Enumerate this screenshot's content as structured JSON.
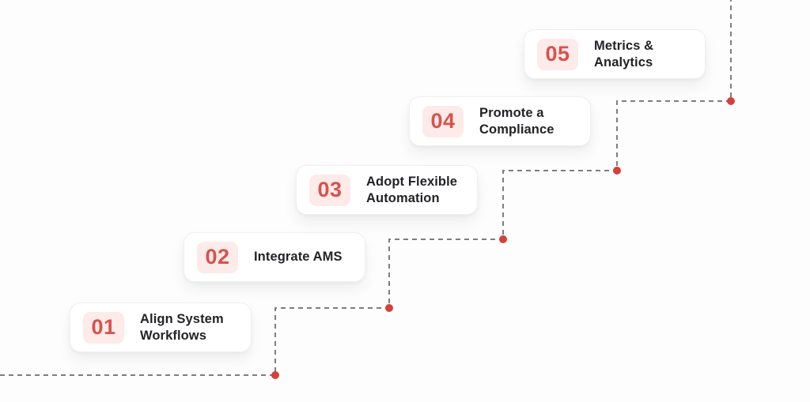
{
  "diagram": {
    "type": "staircase-process",
    "steps": [
      {
        "number": "01",
        "label": "Align System\nWorkflows"
      },
      {
        "number": "02",
        "label": "Integrate AMS"
      },
      {
        "number": "03",
        "label": "Adopt Flexible\nAutomation"
      },
      {
        "number": "04",
        "label": "Promote a\nCompliance"
      },
      {
        "number": "05",
        "label": "Metrics &\nAnalytics"
      }
    ]
  },
  "colors": {
    "page_background": "#FDFDFD",
    "card_background": "#FFFFFF",
    "card_border": "#F0F0F0",
    "badge_background": "#FCEBE8",
    "step_number_red": "#D9514E",
    "label_text": "#222326",
    "connector_dash": "#7E7E7E",
    "connector_dot": "#D4413C"
  }
}
